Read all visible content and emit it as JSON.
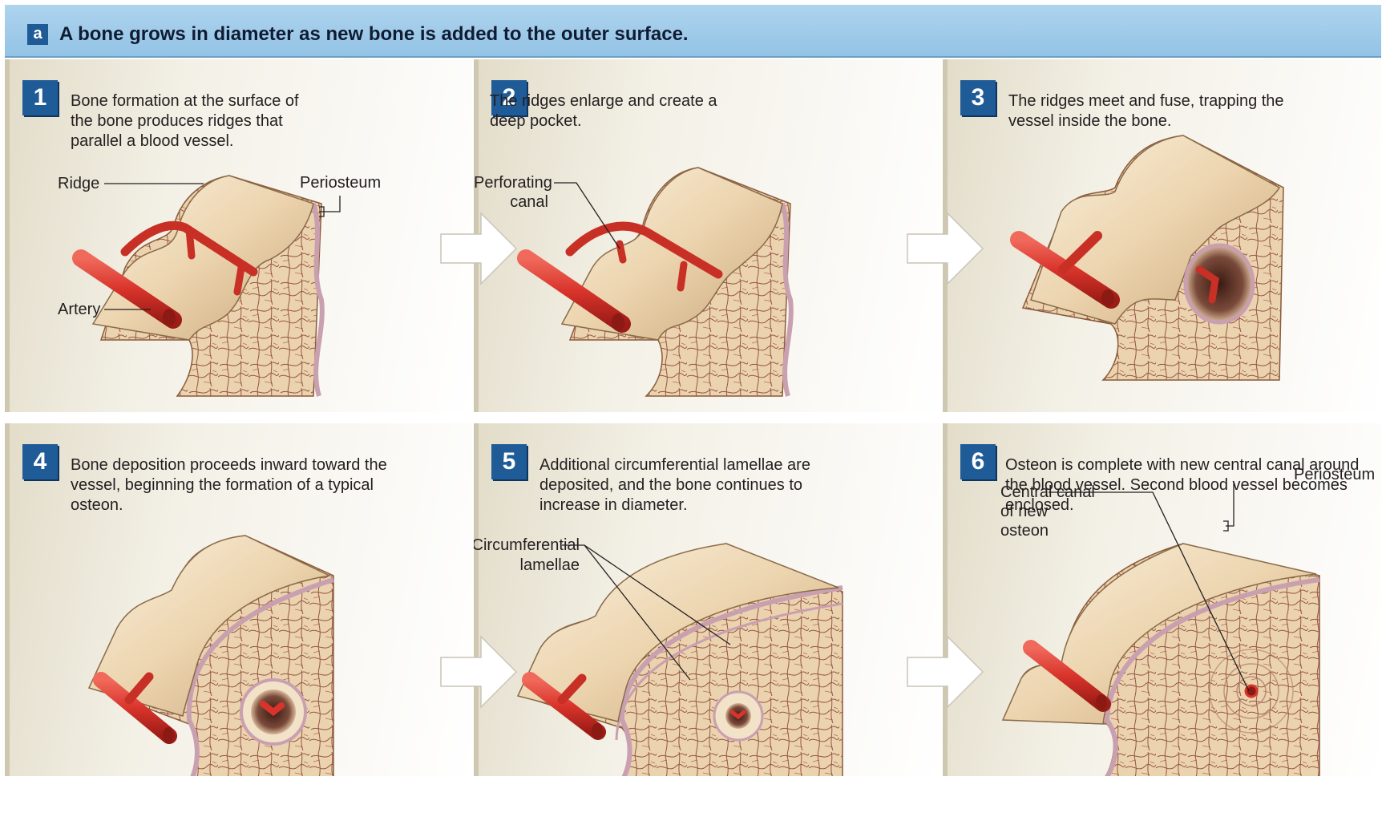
{
  "header": {
    "badge": "a",
    "title": "A bone grows in diameter as new bone is added to the outer surface."
  },
  "steps": [
    {
      "number": "1",
      "text": "Bone formation at the surface of the bone produces ridges that parallel a blood vessel."
    },
    {
      "number": "2",
      "text": "The ridges enlarge and create a deep pocket."
    },
    {
      "number": "3",
      "text": "The ridges meet and fuse, trapping the vessel inside the bone."
    },
    {
      "number": "4",
      "text": "Bone deposition proceeds inward toward the vessel, beginning the formation of a typical osteon."
    },
    {
      "number": "5",
      "text": "Additional circumferential lamellae are deposited, and the bone continues to increase in diameter."
    },
    {
      "number": "6",
      "text": "Osteon is complete with new central canal around the blood vessel. Second blood vessel becomes enclosed."
    }
  ],
  "labels": {
    "ridge": "Ridge",
    "periosteum": "Periosteum",
    "artery": "Artery",
    "perforating_1": "Perforating",
    "perforating_2": "canal",
    "circ_1": "Circumferential",
    "circ_2": "lamellae",
    "central_1": "Central canal",
    "central_2": "of new",
    "central_3": "osteon",
    "periosteum_6": "Periosteum"
  },
  "colors": {
    "header": "#9fcbea",
    "badge": "#1f5b96",
    "bone_surface": "#f0ddbd",
    "bone_interior": "#ead2ac",
    "vessel": "#d9342b",
    "arrow": "#ffffff"
  }
}
